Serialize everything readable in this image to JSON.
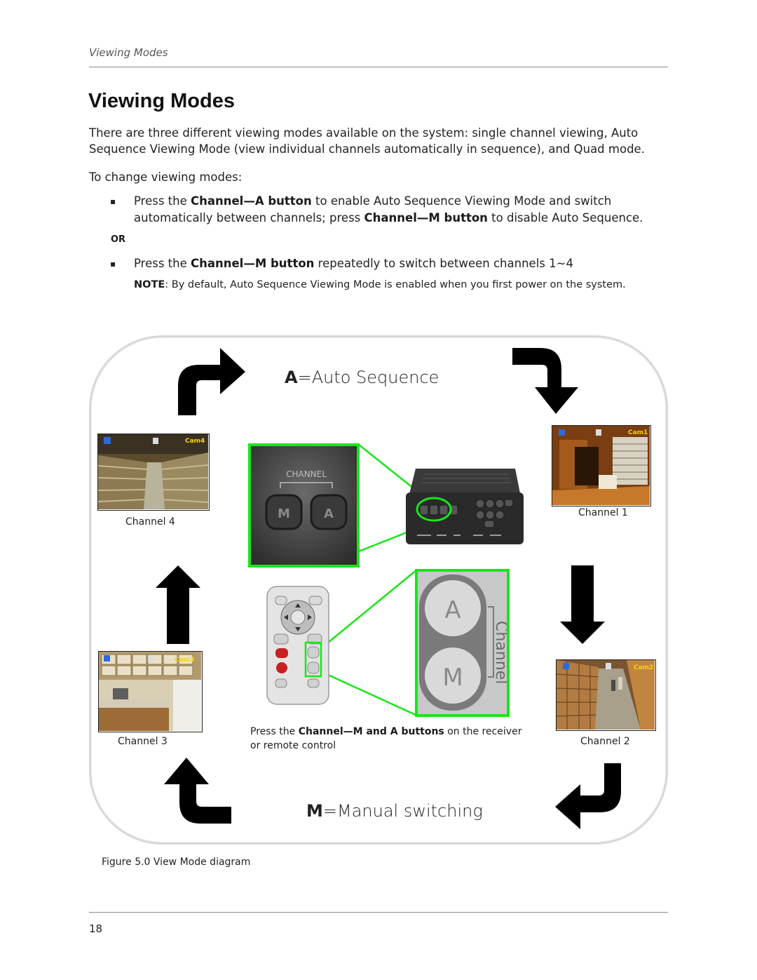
{
  "header": {
    "running_title": "Viewing Modes"
  },
  "title": "Viewing Modes",
  "intro": "There are three different viewing modes available on the system: single channel viewing, Auto Sequence Viewing Mode (view individual channels automatically in sequence), and Quad mode.",
  "to_change": "To change viewing modes:",
  "bullets": [
    {
      "pre": "Press the ",
      "bold1": "Channel—A button",
      "mid": " to enable Auto Sequence Viewing Mode and switch automatically between channels; press ",
      "bold2": "Channel—M button",
      "post": " to disable Auto Sequence."
    },
    {
      "pre": "Press the ",
      "bold1": "Channel—M button",
      "post": " repeatedly to switch between channels 1~4"
    }
  ],
  "or_label": "OR",
  "note": {
    "label": "NOTE",
    "text": ": By default, Auto Sequence Viewing Mode is enabled when you first power on the system."
  },
  "diagram": {
    "auto_label": {
      "key": "A",
      "text": "=Auto Sequence"
    },
    "manual_label": {
      "key": "M",
      "text": "=Manual switching"
    },
    "channels": {
      "ch1": {
        "label": "Channel 1",
        "osd": "Cam1"
      },
      "ch2": {
        "label": "Channel 2",
        "osd": "Cam2"
      },
      "ch3": {
        "label": "Channel 3",
        "osd": "Cam3"
      },
      "ch4": {
        "label": "Channel 4",
        "osd": "Cam4"
      }
    },
    "receiver_closeup": {
      "label": "CHANNEL",
      "btn_m": "M",
      "btn_a": "A"
    },
    "remote_closeup": {
      "label": "Channel",
      "btn_a": "A",
      "btn_m": "M"
    },
    "caption": {
      "pre": "Press the ",
      "bold": "Channel—M and A buttons",
      "post": " on the receiver",
      "line2": "or remote control"
    }
  },
  "figure_caption": "Figure 5.0 View Mode diagram",
  "page_number": "18",
  "colors": {
    "highlight_green": "#19e619",
    "arrow": "#000000",
    "frame": "#d8d8d8"
  }
}
